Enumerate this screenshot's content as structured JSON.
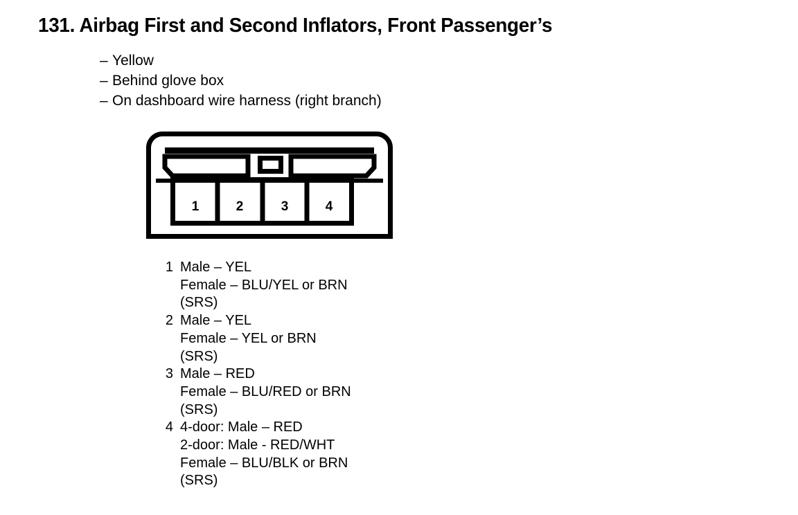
{
  "document": {
    "title": "131. Airbag First and Second Inflators, Front Passenger’s",
    "ink_color": "#000000",
    "background_color": "#ffffff"
  },
  "location_notes": [
    {
      "dash": "–",
      "text": "Yellow"
    },
    {
      "dash": "–",
      "text": "Behind glove box"
    },
    {
      "dash": "–",
      "text": "On dashboard wire harness (right branch)"
    }
  ],
  "connector": {
    "cavity_labels": [
      "1",
      "2",
      "3",
      "4"
    ],
    "cavity_count": 4
  },
  "pins": [
    {
      "number": "1",
      "lines": [
        "Male – YEL",
        "Female – BLU/YEL or BRN",
        "(SRS)"
      ]
    },
    {
      "number": "2",
      "lines": [
        "Male – YEL",
        "Female – YEL or BRN",
        "(SRS)"
      ]
    },
    {
      "number": "3",
      "lines": [
        "Male – RED",
        "Female – BLU/RED or BRN",
        "(SRS)"
      ]
    },
    {
      "number": "4",
      "lines": [
        "4-door: Male – RED",
        "2-door: Male - RED/WHT",
        "Female – BLU/BLK or BRN",
        "(SRS)"
      ]
    }
  ]
}
